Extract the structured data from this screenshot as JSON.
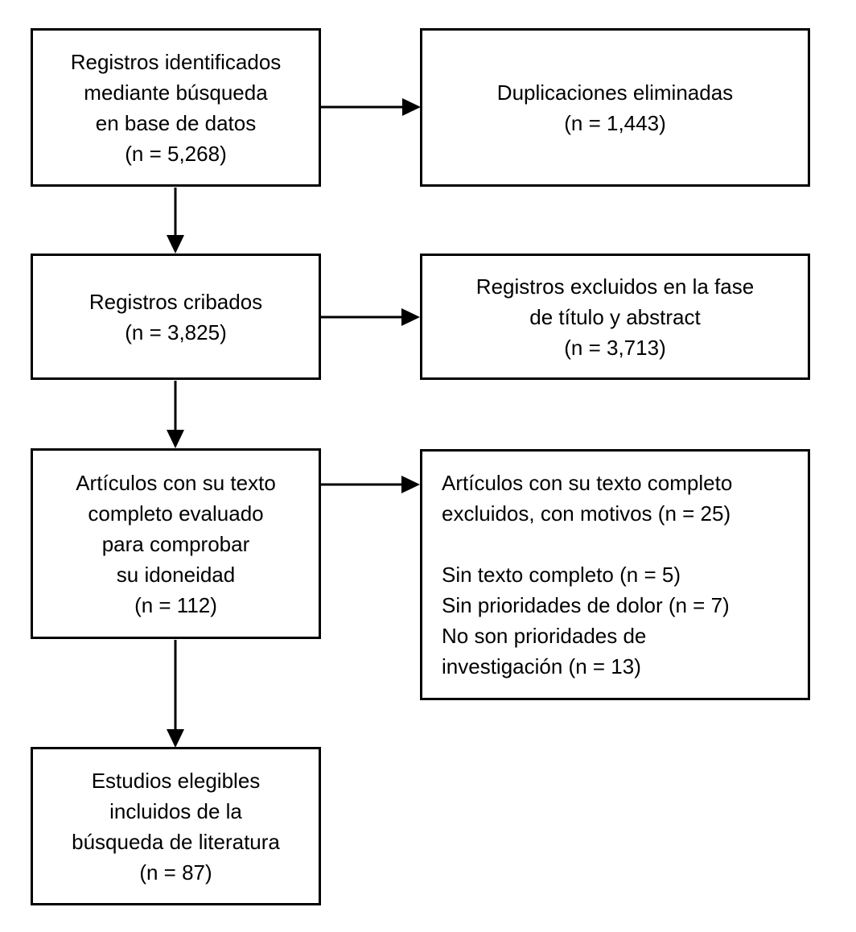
{
  "diagram": {
    "colors": {
      "border": "#000000",
      "text": "#000000",
      "background": "#ffffff",
      "arrow": "#000000"
    },
    "boxes": {
      "identified": {
        "text": "Registros identificados\nmediante búsqueda\nen base de datos\n(n = 5,268)",
        "n": "5,268"
      },
      "duplicates_removed": {
        "text": "Duplicaciones eliminadas\n(n = 1,443)",
        "n": "1,443"
      },
      "screened": {
        "text": "Registros cribados\n(n = 3,825)",
        "n": "3,825"
      },
      "excluded_title_abstract": {
        "text": "Registros excluidos en la fase\nde título y abstract\n(n = 3,713)",
        "n": "3,713"
      },
      "fulltext_assessed": {
        "text": "Artículos con su texto\ncompleto evaluado\npara comprobar\nsu idoneidad\n(n = 112)",
        "n": "112"
      },
      "fulltext_excluded": {
        "text": "Artículos con su texto completo\nexcluidos, con motivos (n = 25)\n\nSin texto completo (n = 5)\nSin prioridades de dolor (n = 7)\nNo son prioridades de\ninvestigación (n = 13)",
        "n": "25",
        "reasons": [
          {
            "label": "Sin texto completo",
            "n": "5"
          },
          {
            "label": "Sin prioridades de dolor",
            "n": "7"
          },
          {
            "label": "No son prioridades de investigación",
            "n": "13"
          }
        ]
      },
      "included": {
        "text": "Estudios elegibles\nincluidos de la\nbúsqueda de literatura\n(n = 87)",
        "n": "87"
      }
    }
  }
}
